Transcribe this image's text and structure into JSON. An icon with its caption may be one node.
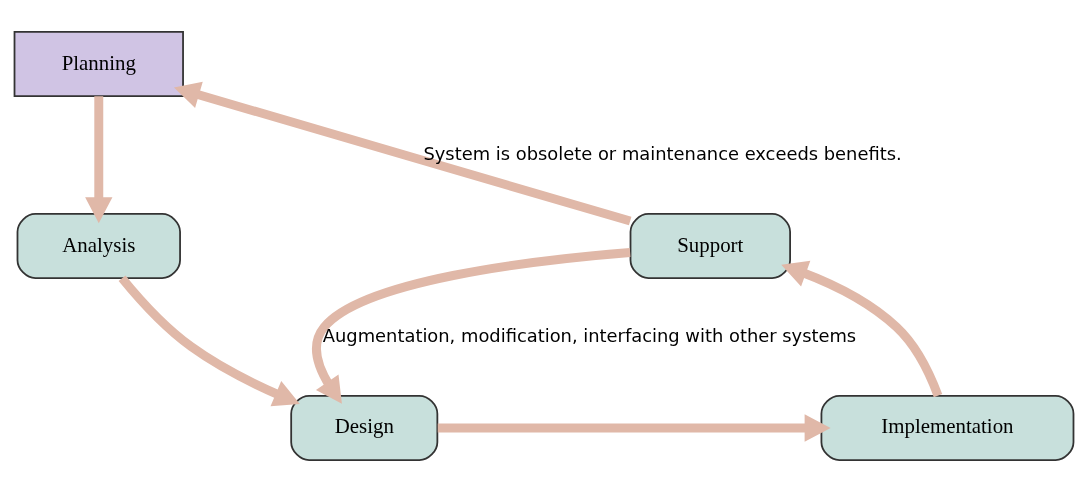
{
  "diagram": {
    "nodes": [
      {
        "text": [
          "Planning"
        ]
      },
      {
        "text": [
          "Analysis"
        ]
      },
      {
        "text": [
          "Design"
        ]
      },
      {
        "text": [
          "Implementation"
        ]
      },
      {
        "text": [
          "Support"
        ]
      }
    ],
    "edges": [
      {
        "from": 0,
        "to": 1,
        "arrow": "to"
      },
      {
        "from": 1,
        "to": 2,
        "arrow": "to"
      },
      {
        "from": 2,
        "to": 3,
        "arrow": "to"
      },
      {
        "from": 3,
        "to": 4,
        "arrow": "to"
      },
      {
        "from": 4,
        "to": 0,
        "arrow": "to",
        "label": "System is obsolete or maintenance exceeds benefits."
      },
      {
        "from": 4,
        "to": 2,
        "arrow": "to",
        "label": "Augmentation, modification, interfacing with other systems"
      }
    ]
  }
}
